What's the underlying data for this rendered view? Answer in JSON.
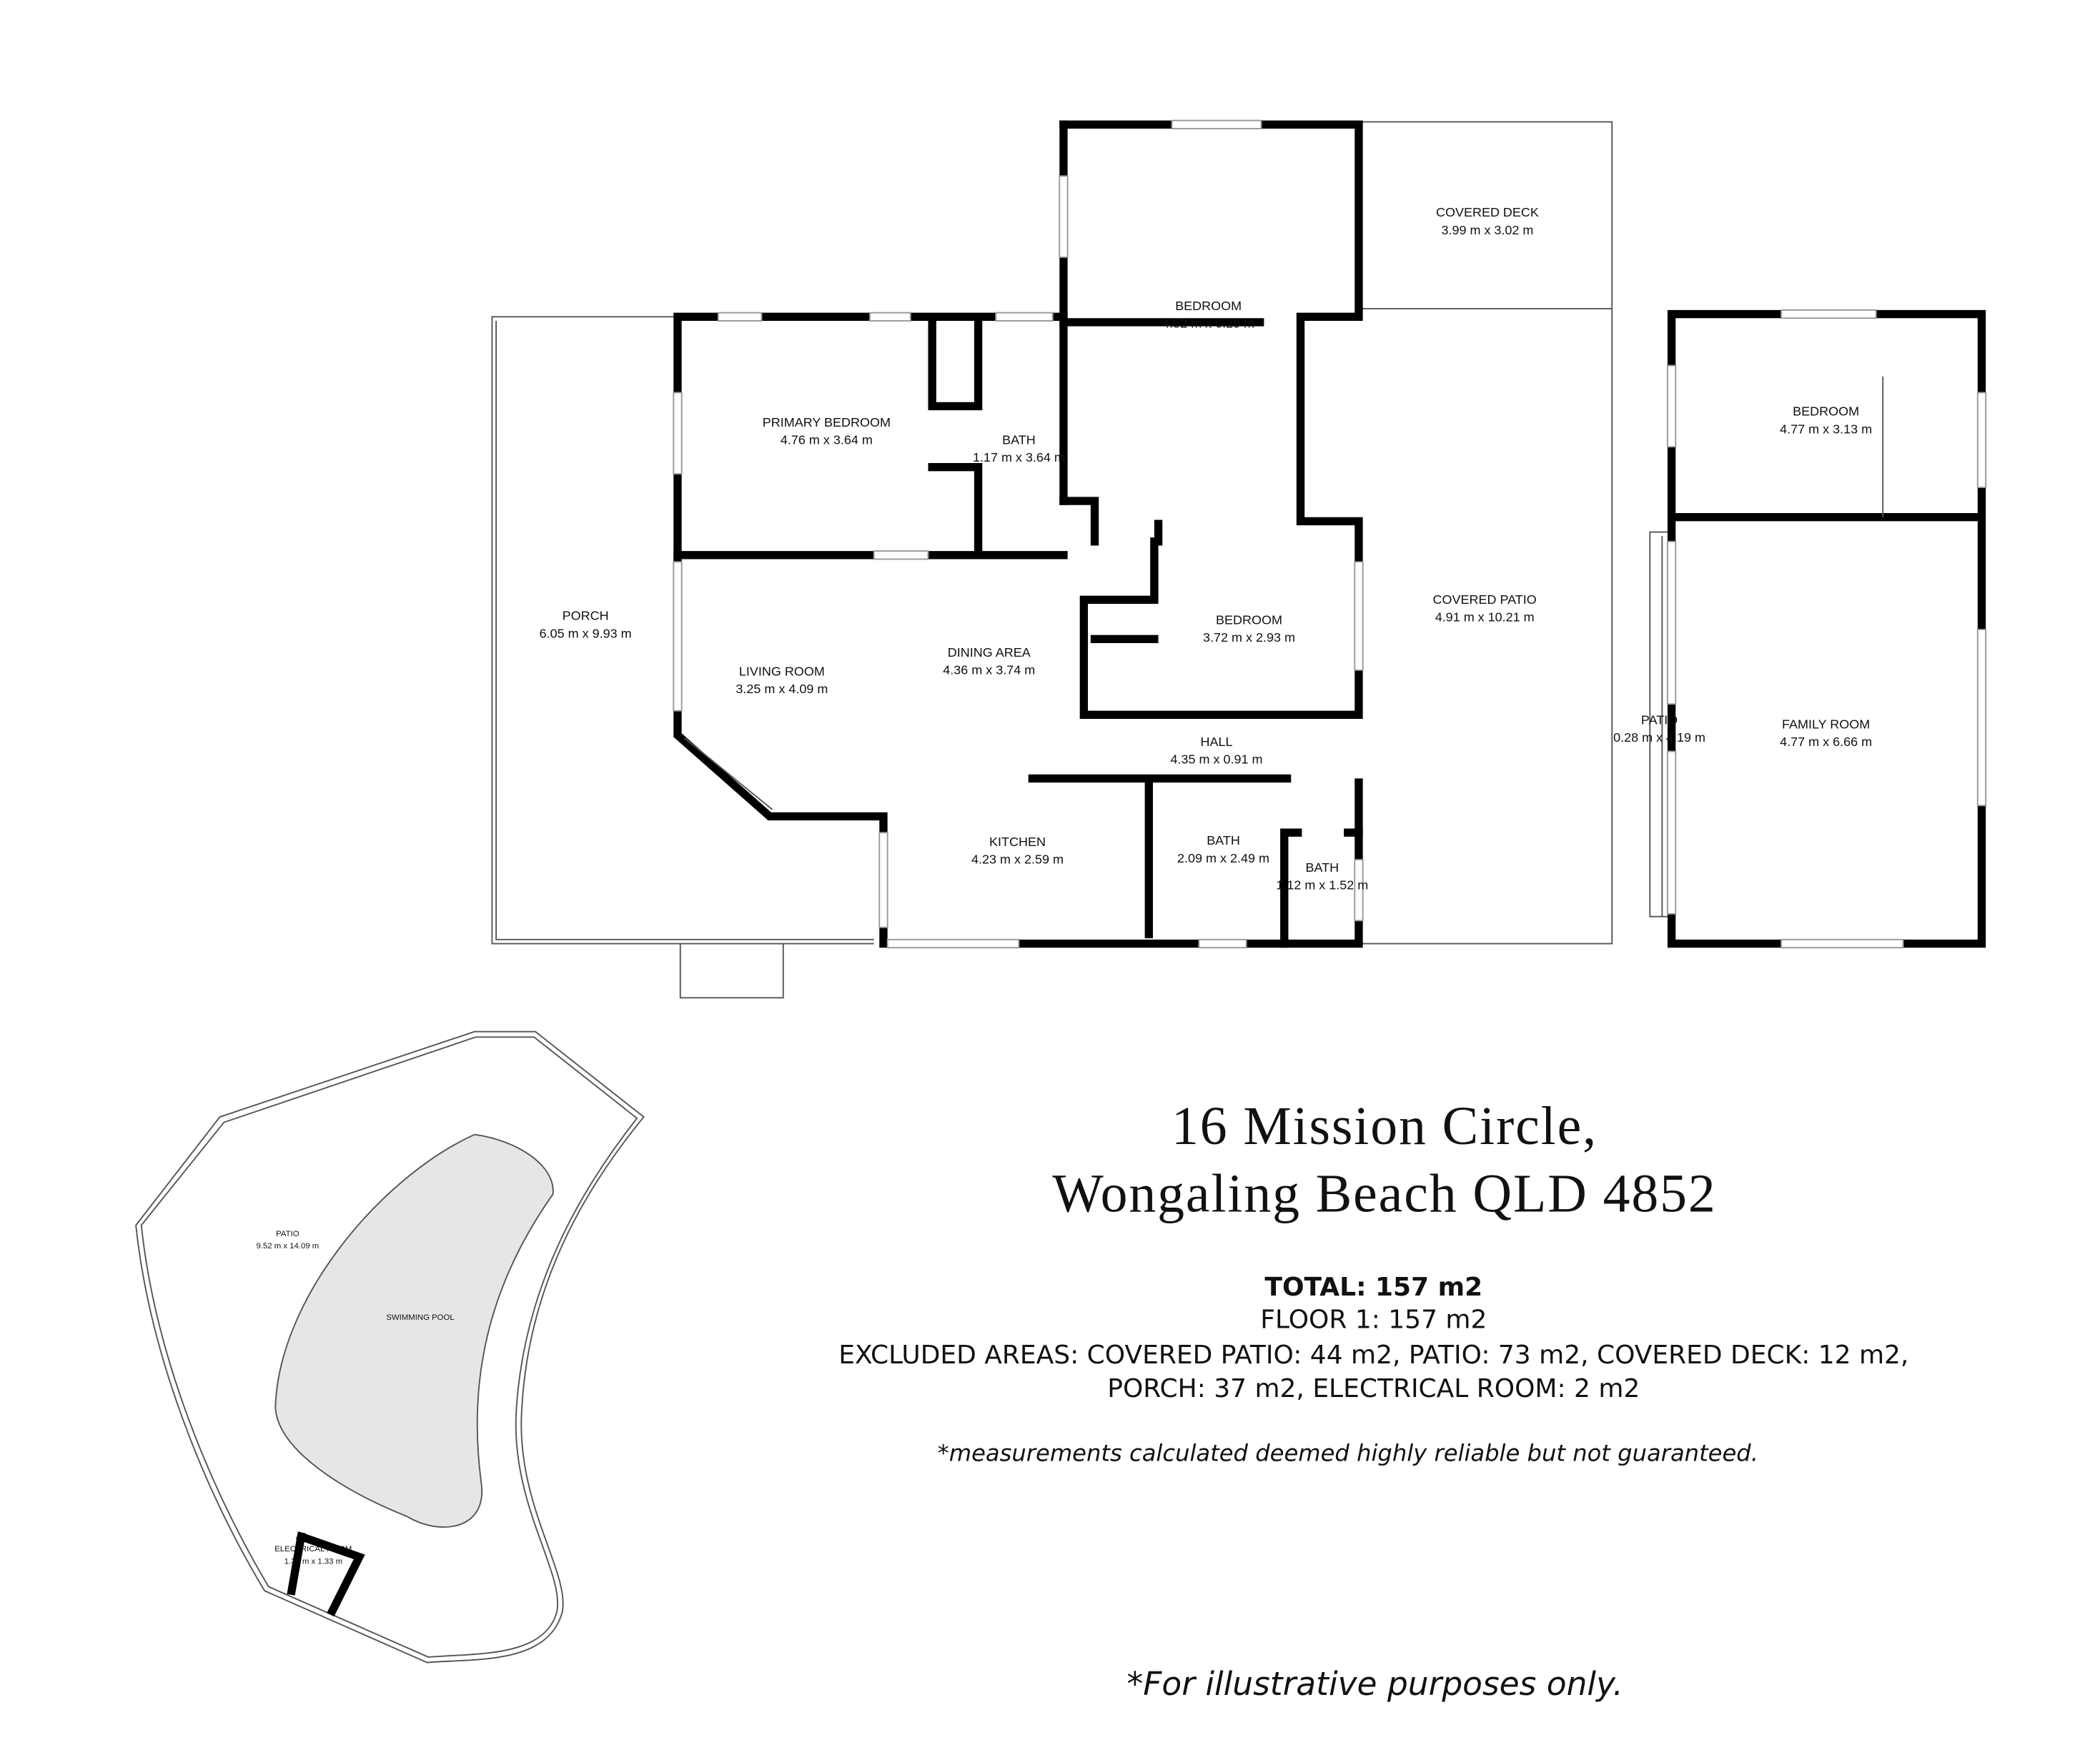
{
  "rooms": {
    "covered_deck": {
      "name": "COVERED DECK",
      "size": "3.99 m x 3.02 m"
    },
    "bedroom_top": {
      "name": "BEDROOM",
      "size": "4.52 m x 6.29 m"
    },
    "primary_bedroom": {
      "name": "PRIMARY BEDROOM",
      "size": "4.76 m x 3.64 m"
    },
    "bath_ensuite": {
      "name": "BATH",
      "size": "1.17 m x 3.64 m"
    },
    "porch": {
      "name": "PORCH",
      "size": "6.05 m x 9.93 m"
    },
    "living_room": {
      "name": "LIVING ROOM",
      "size": "3.25 m x 4.09 m"
    },
    "dining_area": {
      "name": "DINING AREA",
      "size": "4.36 m x 3.74 m"
    },
    "bedroom_mid": {
      "name": "BEDROOM",
      "size": "3.72 m x 2.93 m"
    },
    "covered_patio": {
      "name": "COVERED PATIO",
      "size": "4.91 m x 10.21 m"
    },
    "hall": {
      "name": "HALL",
      "size": "4.35 m x 0.91 m"
    },
    "kitchen": {
      "name": "KITCHEN",
      "size": "4.23 m x 2.59 m"
    },
    "bath_main": {
      "name": "BATH",
      "size": "2.09 m x 2.49 m"
    },
    "bath_small": {
      "name": "BATH",
      "size": "1.12 m x 1.52 m"
    },
    "bedroom_annex": {
      "name": "BEDROOM",
      "size": "4.77 m x 3.13 m"
    },
    "patio_narrow": {
      "name": "PATIO",
      "size": "0.28 m x 4.19 m"
    },
    "family_room": {
      "name": "FAMILY ROOM",
      "size": "4.77 m x 6.66 m"
    },
    "patio_pool": {
      "name": "PATIO",
      "size": "9.52 m x 14.09 m"
    },
    "swimming_pool": {
      "name": "SWIMMING POOL"
    },
    "electrical_room": {
      "name": "ELECTRICAL ROOM",
      "size": "1.30 m x 1.33 m"
    }
  },
  "address": {
    "line1": "16 Mission Circle,",
    "line2": "Wongaling Beach QLD 4852"
  },
  "summary": {
    "total": "TOTAL: 157 m2",
    "floor1": "FLOOR 1: 157 m2",
    "excluded_line1": "EXCLUDED AREAS: COVERED PATIO: 44 m2, PATIO: 73 m2, COVERED DECK: 12 m2,",
    "excluded_line2": "PORCH: 37 m2, ELECTRICAL ROOM: 2 m2",
    "disclaimer": "*measurements calculated deemed highly reliable but not guaranteed."
  },
  "footer_note": "*For illustrative purposes only.",
  "colors": {
    "wall": "#000000",
    "pool": "#e6e6e6"
  }
}
